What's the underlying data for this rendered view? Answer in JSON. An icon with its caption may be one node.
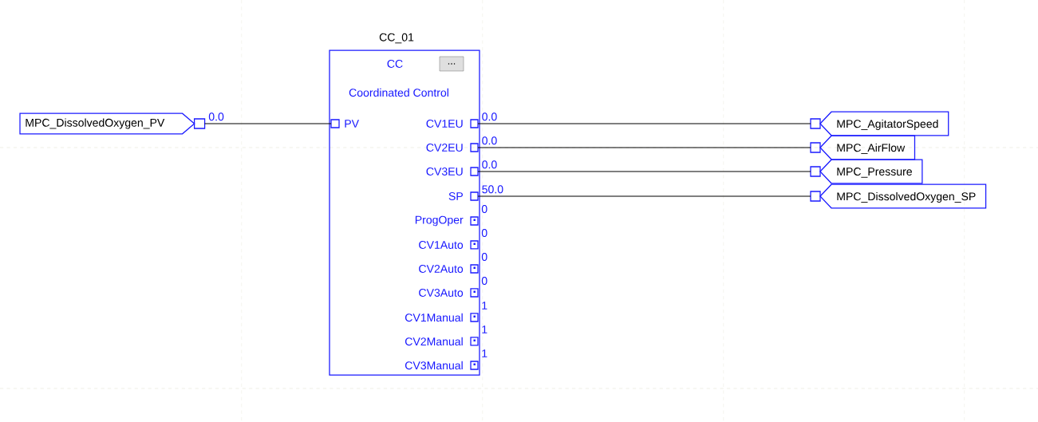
{
  "diagram": {
    "nodes": [
      {
        "text": [
          "MPC_DissolvedOxygen_PV"
        ]
      },
      {
        "text": [
          "CC",
          "Coordinated Control"
        ],
        "beside": [
          "CC_01"
        ]
      },
      {
        "text": [
          "PV"
        ],
        "in": 1
      },
      {
        "text": [
          "CV1EU"
        ],
        "in": 1
      },
      {
        "text": [
          "CV2EU"
        ],
        "in": 1
      },
      {
        "text": [
          "CV3EU"
        ],
        "in": 1
      },
      {
        "text": [
          "SP"
        ],
        "in": 1
      },
      {
        "text": [
          "ProgOper"
        ],
        "in": 1,
        "beside": [
          "0"
        ]
      },
      {
        "text": [
          "CV1Auto"
        ],
        "in": 1,
        "beside": [
          "0"
        ]
      },
      {
        "text": [
          "CV2Auto"
        ],
        "in": 1,
        "beside": [
          "0"
        ]
      },
      {
        "text": [
          "CV3Auto"
        ],
        "in": 1,
        "beside": [
          "0"
        ]
      },
      {
        "text": [
          "CV1Manual"
        ],
        "in": 1,
        "beside": [
          "1"
        ]
      },
      {
        "text": [
          "CV2Manual"
        ],
        "in": 1,
        "beside": [
          "1"
        ]
      },
      {
        "text": [
          "CV3Manual"
        ],
        "in": 1,
        "beside": [
          "1"
        ]
      },
      {
        "text": [
          "MPC_AgitatorSpeed"
        ]
      },
      {
        "text": [
          "MPC_AirFlow"
        ]
      },
      {
        "text": [
          "MPC_Pressure"
        ]
      },
      {
        "text": [
          "MPC_DissolvedOxygen_SP"
        ]
      }
    ],
    "edges": [
      {
        "from": 0,
        "to": 2,
        "arrow": "none",
        "label": "0.0"
      },
      {
        "from": 3,
        "to": 14,
        "arrow": "none",
        "label": "0.0"
      },
      {
        "from": 4,
        "to": 15,
        "arrow": "none",
        "label": "0.0"
      },
      {
        "from": 5,
        "to": 16,
        "arrow": "none",
        "label": "0.0"
      },
      {
        "from": 6,
        "to": 17,
        "arrow": "none",
        "label": "50.0"
      }
    ],
    "labels": [
      "..."
    ]
  }
}
